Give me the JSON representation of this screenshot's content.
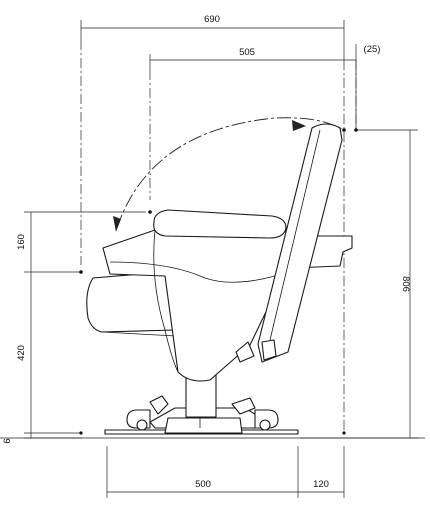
{
  "dimensions": {
    "overall_depth": "690",
    "reclined_depth": "505",
    "back_offset": "(25)",
    "armrest_height": "160",
    "seat_height": "420",
    "floor_clearance": "6",
    "overall_height": "806",
    "base_width": "500",
    "front_offset": "120"
  },
  "colors": {
    "line": "#222222",
    "background": "#ffffff"
  }
}
